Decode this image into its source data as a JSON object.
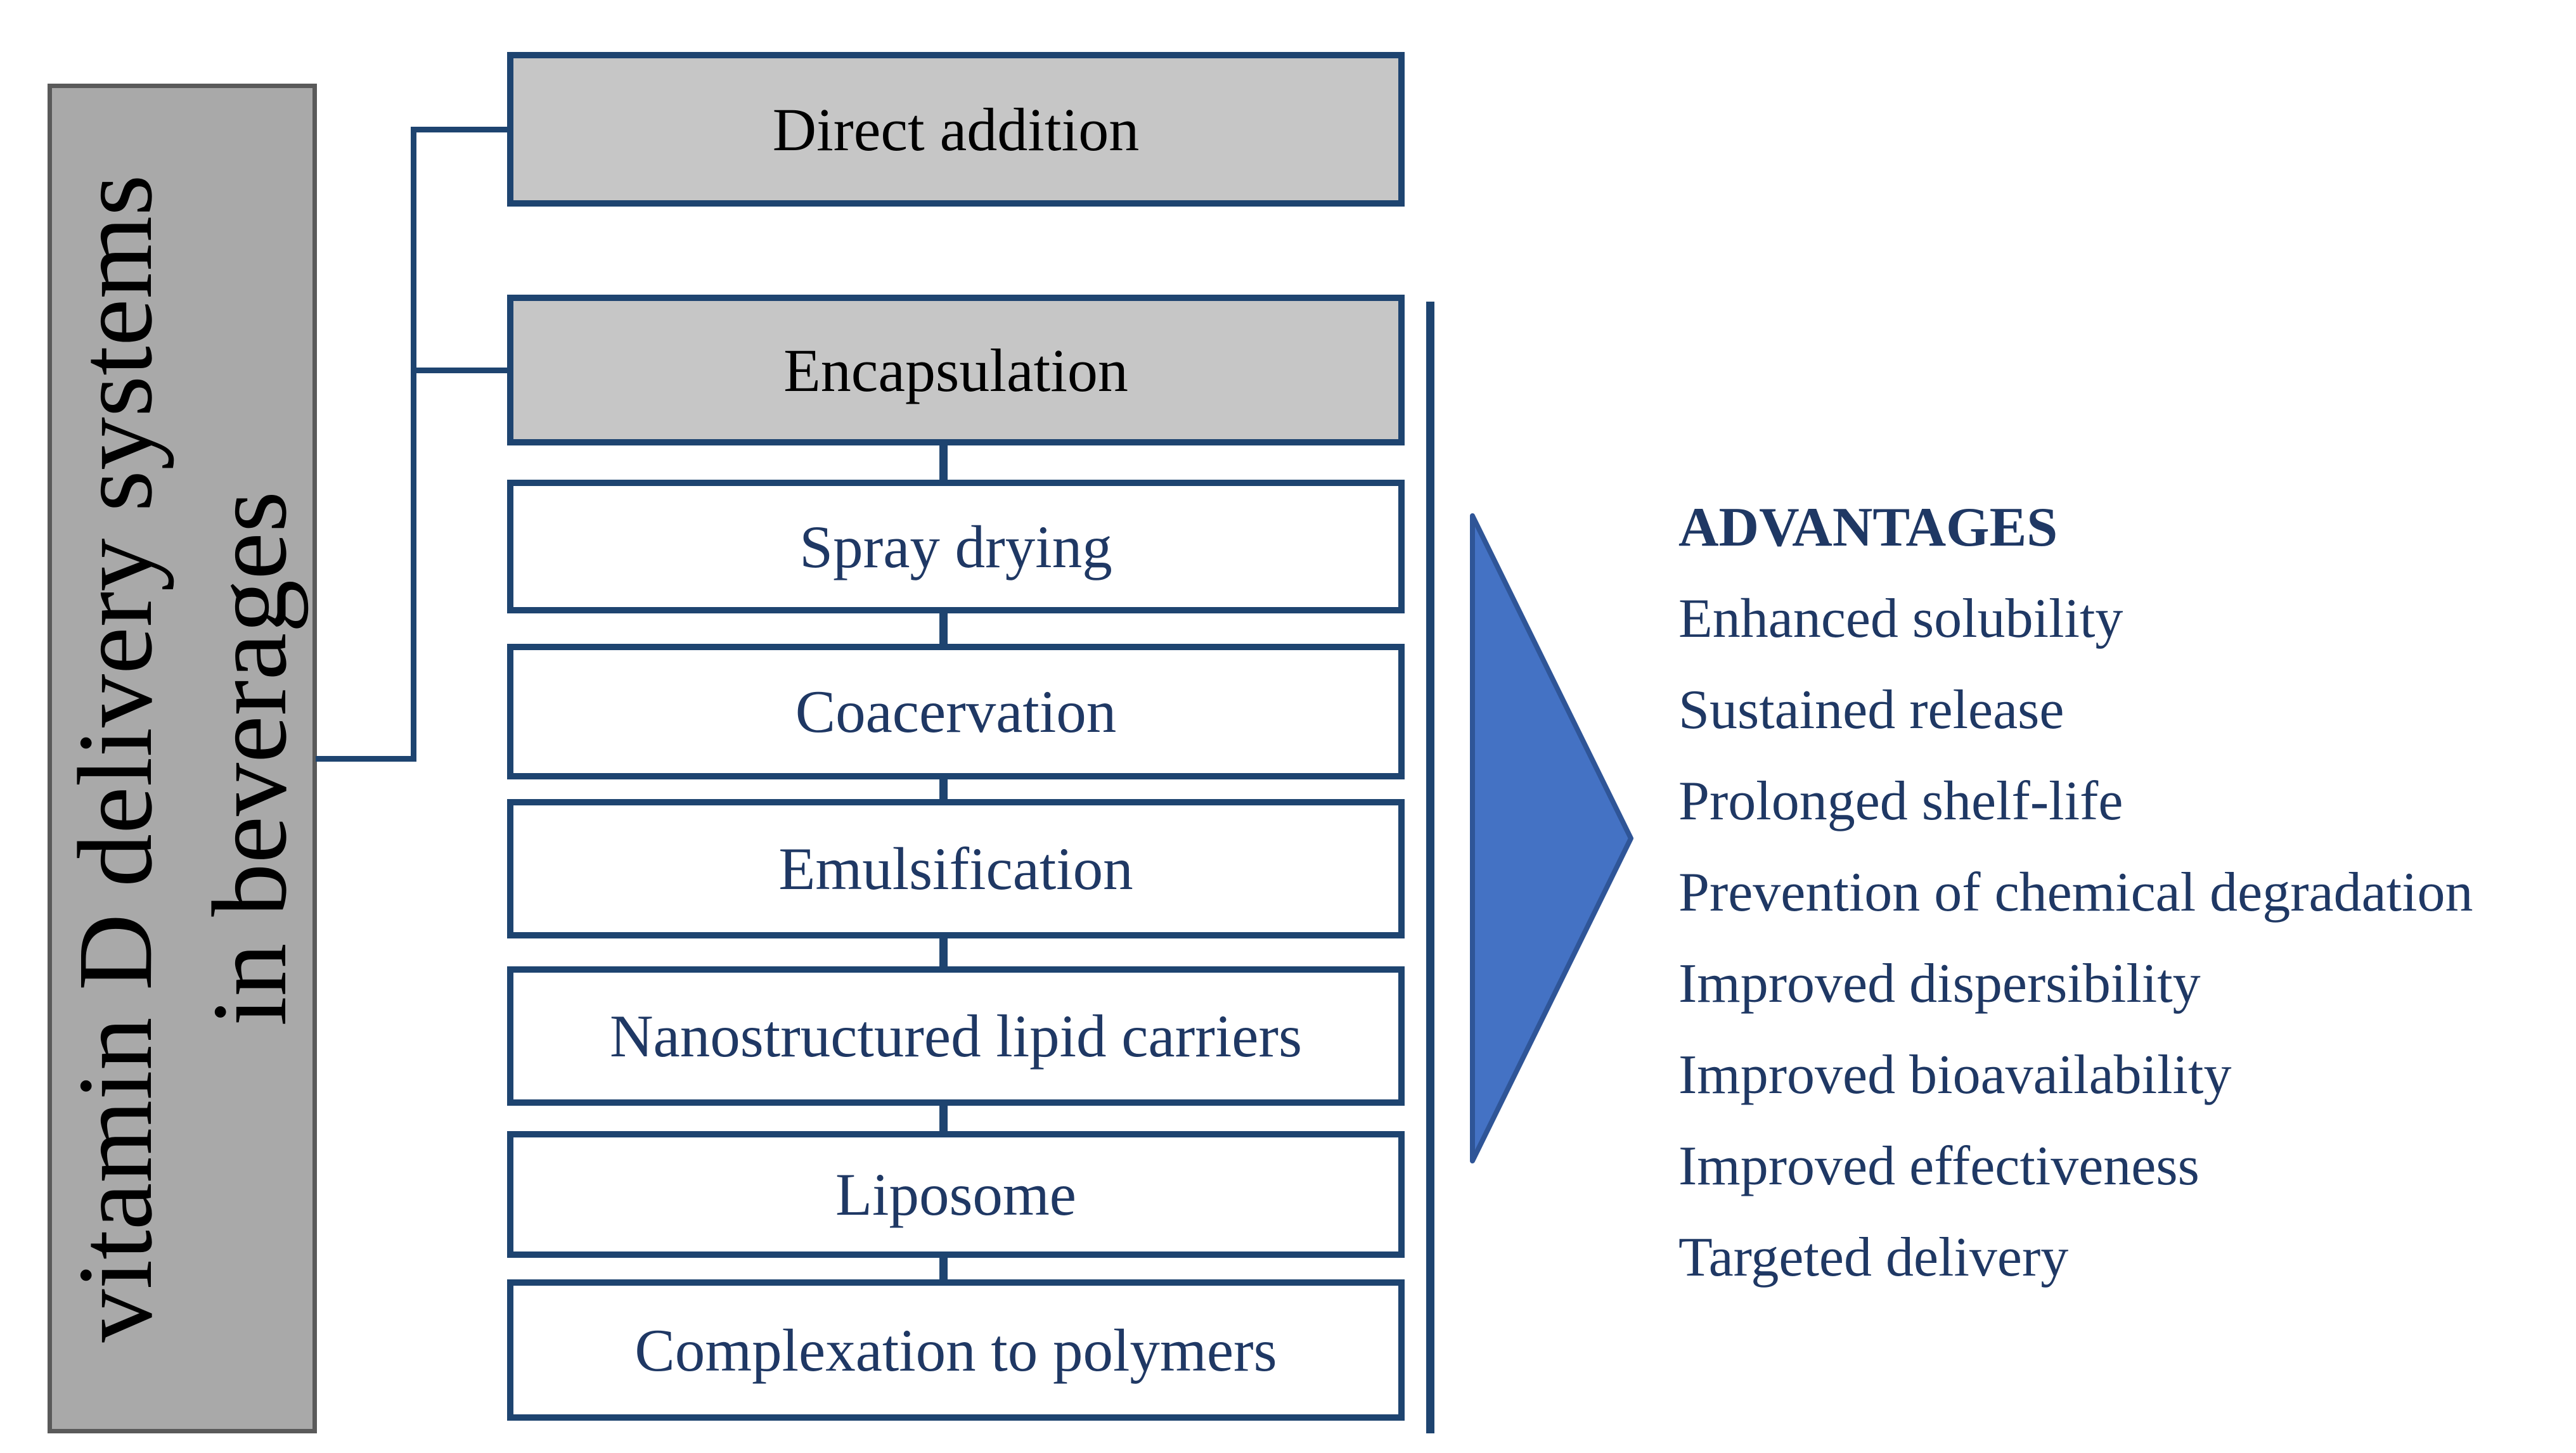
{
  "title_box": {
    "line1": "vitamin D delivery systems",
    "line2": "in beverages"
  },
  "delivery_routes": {
    "direct_addition": "Direct addition",
    "encapsulation": "Encapsulation"
  },
  "encapsulation_methods": [
    "Spray drying",
    "Coacervation",
    "Emulsification",
    "Nanostructured lipid carriers",
    "Liposome",
    "Complexation to polymers"
  ],
  "advantages": {
    "heading": "ADVANTAGES",
    "items": [
      "Enhanced solubility",
      "Sustained release",
      "Prolonged shelf-life",
      "Prevention of chemical degradation",
      "Improved dispersibility",
      "Improved bioavailability",
      "Improved effectiveness",
      "Targeted delivery"
    ]
  },
  "colors": {
    "connector_navy": "#1e4470",
    "box_border_navy": "#1e4470",
    "method_text_navy": "#1f3864",
    "advantages_text_navy": "#1f3864",
    "route_box_fill": "#c6c6c6",
    "route_box_text": "#000000",
    "title_box_fill": "#a9a9a9",
    "title_box_border": "#5a5a5a",
    "title_text": "#000000",
    "triangle_fill": "#4472c4",
    "triangle_stroke": "#2f5597"
  }
}
